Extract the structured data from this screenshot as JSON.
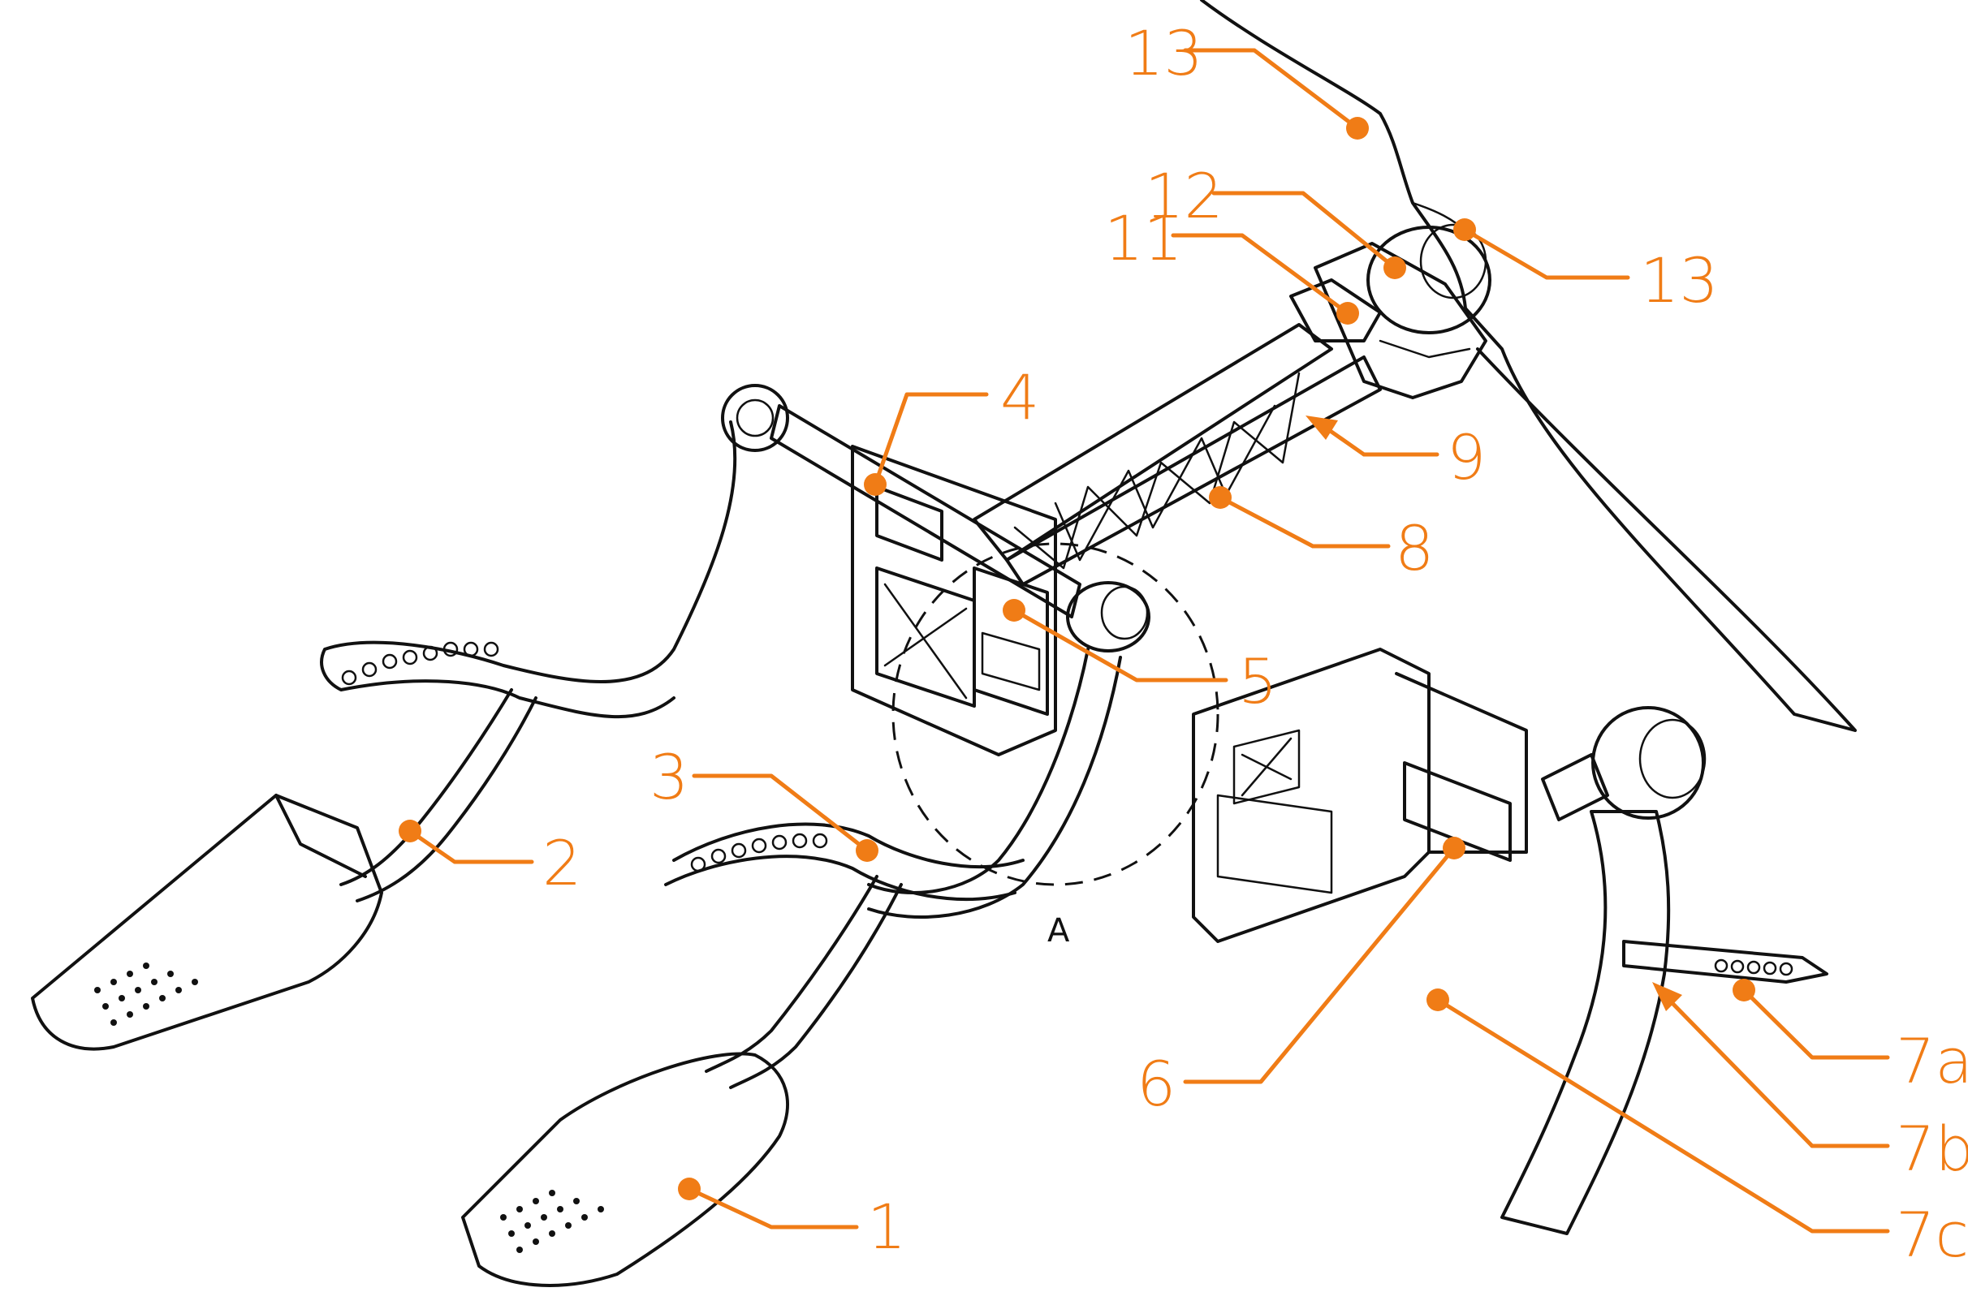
{
  "colors": {
    "accent": "#f07c16",
    "line": "#111111",
    "background": "#ffffff"
  },
  "detail_label": "A",
  "callouts": [
    {
      "id": "1",
      "text": "1"
    },
    {
      "id": "2",
      "text": "2"
    },
    {
      "id": "3",
      "text": "3"
    },
    {
      "id": "4",
      "text": "4"
    },
    {
      "id": "5",
      "text": "5"
    },
    {
      "id": "6",
      "text": "6"
    },
    {
      "id": "7a",
      "text": "7a"
    },
    {
      "id": "7b",
      "text": "7b"
    },
    {
      "id": "7c",
      "text": "7c"
    },
    {
      "id": "8",
      "text": "8"
    },
    {
      "id": "9",
      "text": "9"
    },
    {
      "id": "11",
      "text": "11"
    },
    {
      "id": "12",
      "text": "12"
    },
    {
      "id": "13-top",
      "text": "13"
    },
    {
      "id": "13-right",
      "text": "13"
    }
  ]
}
